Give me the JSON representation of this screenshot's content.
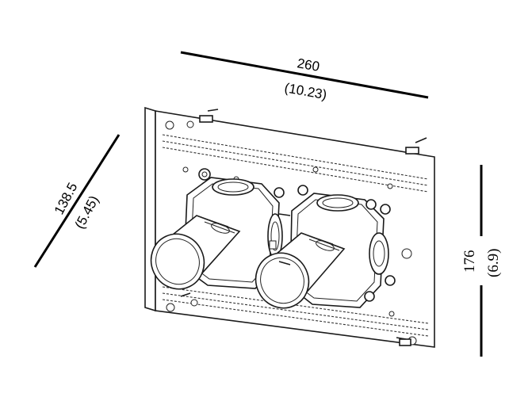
{
  "dimensions": {
    "width": {
      "value": "260",
      "inch": "(10.23)"
    },
    "depth": {
      "value": "138.5",
      "inch": "(5.45)"
    },
    "height": {
      "value": "176",
      "inch": "(6.9)"
    }
  },
  "icons": {
    "product": "concealed-valve-body-icon",
    "bolt": "mounting-bolt-icon"
  }
}
